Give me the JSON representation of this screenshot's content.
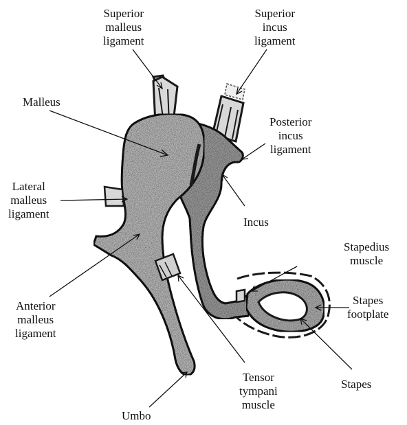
{
  "labels": {
    "superior_malleus_ligament": [
      "Superior",
      "malleus",
      "ligament"
    ],
    "superior_incus_ligament": [
      "Superior",
      "incus",
      "ligament"
    ],
    "malleus": "Malleus",
    "posterior_incus_ligament": [
      "Posterior",
      "incus",
      "ligament"
    ],
    "lateral_malleus_ligament": [
      "Lateral",
      "malleus",
      "ligament"
    ],
    "incus": "Incus",
    "stapedius_muscle": [
      "Stapedius",
      "muscle"
    ],
    "anterior_malleus_ligament": [
      "Anterior",
      "malleus",
      "ligament"
    ],
    "stapes_footplate": [
      "Stapes",
      "footplate"
    ],
    "tensor_tympani_muscle": [
      "Tensor",
      "tympani",
      "muscle"
    ],
    "stapes": "Stapes",
    "umbo": "Umbo"
  },
  "colors": {
    "bone_fill": "#c9c9c9",
    "incus_fill": "#a9a9a9",
    "outline": "#1a1a1a",
    "ligament_fill": "#d8d8d8"
  }
}
